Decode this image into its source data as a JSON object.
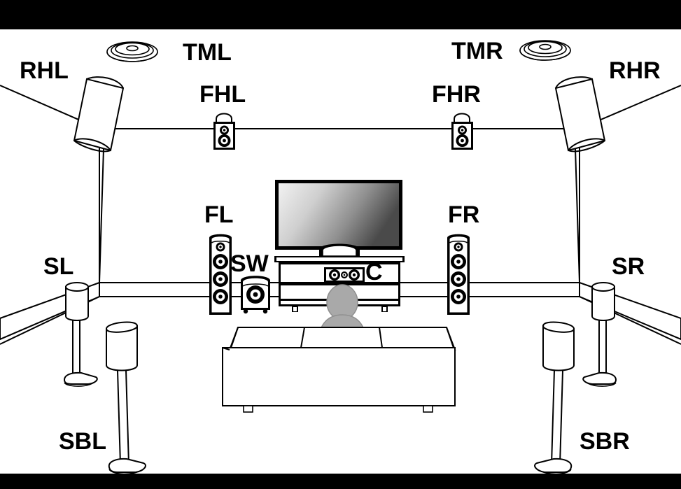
{
  "diagram": {
    "title": "Surround speaker layout (11.1 channel room diagram)",
    "background_color": "#ffffff",
    "letterbox_color": "#000000",
    "line_color": "#000000",
    "person_color": "#a9a9a9"
  },
  "labels": {
    "rhl": "RHL",
    "rhr": "RHR",
    "tml": "TML",
    "tmr": "TMR",
    "fhl": "FHL",
    "fhr": "FHR",
    "fl": "FL",
    "fr": "FR",
    "sw": "SW",
    "c": "C",
    "sl": "SL",
    "sr": "SR",
    "sbl": "SBL",
    "sbr": "SBR"
  },
  "speakers": [
    {
      "id": "RHL",
      "label": "RHL",
      "type": "rear-height-ceiling-mounted",
      "position": "ceiling-rear-left"
    },
    {
      "id": "RHR",
      "label": "RHR",
      "type": "rear-height-ceiling-mounted",
      "position": "ceiling-rear-right"
    },
    {
      "id": "TML",
      "label": "TML",
      "type": "top-middle-flush-ceiling",
      "position": "ceiling-middle-left"
    },
    {
      "id": "TMR",
      "label": "TMR",
      "type": "top-middle-flush-ceiling",
      "position": "ceiling-middle-right"
    },
    {
      "id": "FHL",
      "label": "FHL",
      "type": "front-height-wall-mounted",
      "position": "front-wall-upper-left"
    },
    {
      "id": "FHR",
      "label": "FHR",
      "type": "front-height-wall-mounted",
      "position": "front-wall-upper-right"
    },
    {
      "id": "FL",
      "label": "FL",
      "type": "floorstanding-tower",
      "position": "front-left"
    },
    {
      "id": "FR",
      "label": "FR",
      "type": "floorstanding-tower",
      "position": "front-right"
    },
    {
      "id": "C",
      "label": "C",
      "type": "center-channel",
      "position": "in-tv-stand"
    },
    {
      "id": "SW",
      "label": "SW",
      "type": "subwoofer",
      "position": "front-left-floor"
    },
    {
      "id": "SL",
      "label": "SL",
      "type": "surround-on-stand",
      "position": "side-left"
    },
    {
      "id": "SR",
      "label": "SR",
      "type": "surround-on-stand",
      "position": "side-right"
    },
    {
      "id": "SBL",
      "label": "SBL",
      "type": "surround-back-on-stand",
      "position": "back-left"
    },
    {
      "id": "SBR",
      "label": "SBR",
      "type": "surround-back-on-stand",
      "position": "back-right"
    }
  ],
  "furniture": {
    "tv": "flat-panel-television",
    "tv_stand": "av-cabinet",
    "sofa": "three-seat-sofa",
    "listener": "seated-listener"
  }
}
